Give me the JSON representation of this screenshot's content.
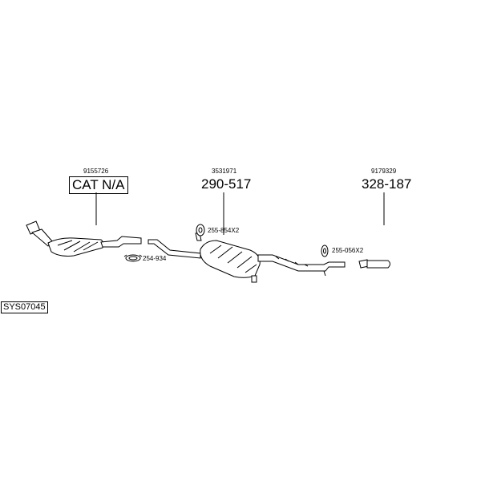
{
  "system_code": "SYS07045",
  "parts": [
    {
      "oem": "9155726",
      "ref": "CAT N/A",
      "boxed": true
    },
    {
      "oem": "3531971",
      "ref": "290-517",
      "boxed": false
    },
    {
      "oem": "9179329",
      "ref": "328-187",
      "boxed": false
    }
  ],
  "accessories": [
    {
      "ref": "255-854X2"
    },
    {
      "ref": "254-934"
    },
    {
      "ref": "255-056X2"
    }
  ]
}
